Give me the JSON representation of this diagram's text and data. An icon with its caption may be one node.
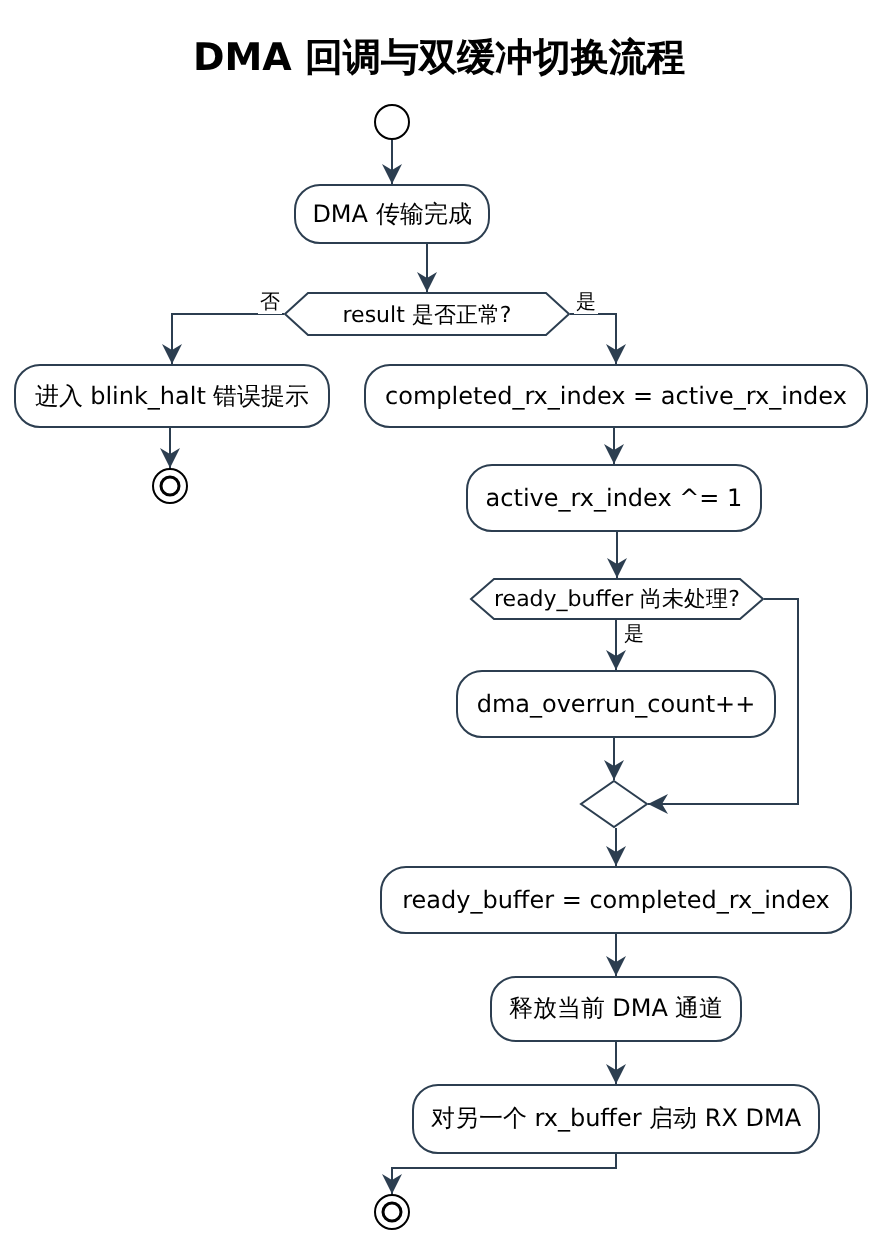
{
  "diagram": {
    "title": "DMA 回调与双缓冲切换流程",
    "nodes": [
      {
        "text": [],
        "shape": "circle"
      },
      {
        "text": [
          "DMA 传输完成"
        ]
      },
      {
        "text": [
          "result 是否正常?"
        ]
      },
      {
        "text": [
          "进入 blink_halt 错误提示"
        ]
      },
      {
        "text": [],
        "shape": "circle"
      },
      {
        "text": [
          "completed_rx_index = active_rx_index"
        ]
      },
      {
        "text": [
          "active_rx_index ^= 1"
        ]
      },
      {
        "text": [
          "ready_buffer 尚未处理?"
        ]
      },
      {
        "text": [
          "dma_overrun_count++"
        ]
      },
      {
        "text": [],
        "shape": "diamond"
      },
      {
        "text": [
          "ready_buffer = completed_rx_index"
        ]
      },
      {
        "text": [
          "释放当前 DMA 通道"
        ]
      },
      {
        "text": [
          "对另一个 rx_buffer 启动 RX DMA"
        ]
      },
      {
        "text": [],
        "shape": "circle"
      }
    ],
    "edges": [
      {
        "from": 0,
        "to": 1,
        "arrow": "to"
      },
      {
        "from": 1,
        "to": 2,
        "arrow": "to"
      },
      {
        "from": 2,
        "to": 3,
        "arrow": "to",
        "label": "否"
      },
      {
        "from": 2,
        "to": 5,
        "arrow": "to",
        "label": "是"
      },
      {
        "from": 3,
        "to": 4,
        "arrow": "to"
      },
      {
        "from": 5,
        "to": 6,
        "arrow": "to"
      },
      {
        "from": 6,
        "to": 7,
        "arrow": "to"
      },
      {
        "from": 7,
        "to": 8,
        "arrow": "to",
        "label": "是"
      },
      {
        "from": 8,
        "to": 9,
        "arrow": "to"
      },
      {
        "from": 7,
        "to": 9,
        "arrow": "to"
      },
      {
        "from": 9,
        "to": 10,
        "arrow": "to"
      },
      {
        "from": 10,
        "to": 11,
        "arrow": "to"
      },
      {
        "from": 11,
        "to": 12,
        "arrow": "to"
      },
      {
        "from": 12,
        "to": 13,
        "arrow": "to"
      }
    ]
  }
}
